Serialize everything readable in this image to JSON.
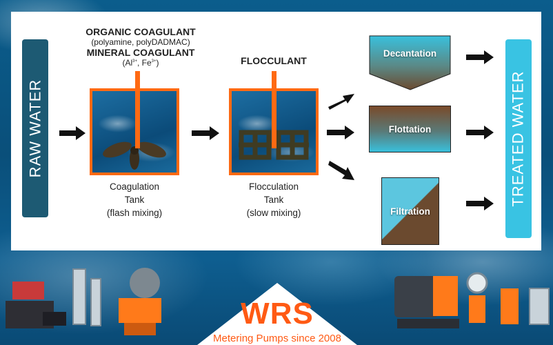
{
  "diagram": {
    "raw_water_label": "RAW  WATER",
    "treated_water_label": "TREATED WATER",
    "coagulant": {
      "line1": "ORGANIC COAGULANT",
      "line2": "(polyamine, polyDADMAC)",
      "line3": "MINERAL COAGULANT",
      "al": "(Al",
      "al_sup": "3+",
      "sep": ", Fe",
      "fe_sup": "3+",
      "close": ")"
    },
    "flocculant_label": "FLOCCULANT",
    "coagulation_tank": {
      "line1": "Coagulation",
      "line2": "Tank",
      "line3": "(flash mixing)"
    },
    "flocculation_tank": {
      "line1": "Flocculation",
      "line2": "Tank",
      "line3": "(slow mixing)"
    },
    "outputs": {
      "decantation": "Decantation",
      "flottation": "Flottation",
      "filtration": "Filtration"
    }
  },
  "brand": {
    "logo": "WRS",
    "tagline": "Metering Pumps since 2008"
  },
  "colors": {
    "raw_water_bar": "#1d5a73",
    "treated_water_bar": "#39c3e3",
    "accent_orange": "#ff6a13",
    "sludge_brown": "#6b4a2f",
    "water_cyan": "#5cc6df"
  }
}
